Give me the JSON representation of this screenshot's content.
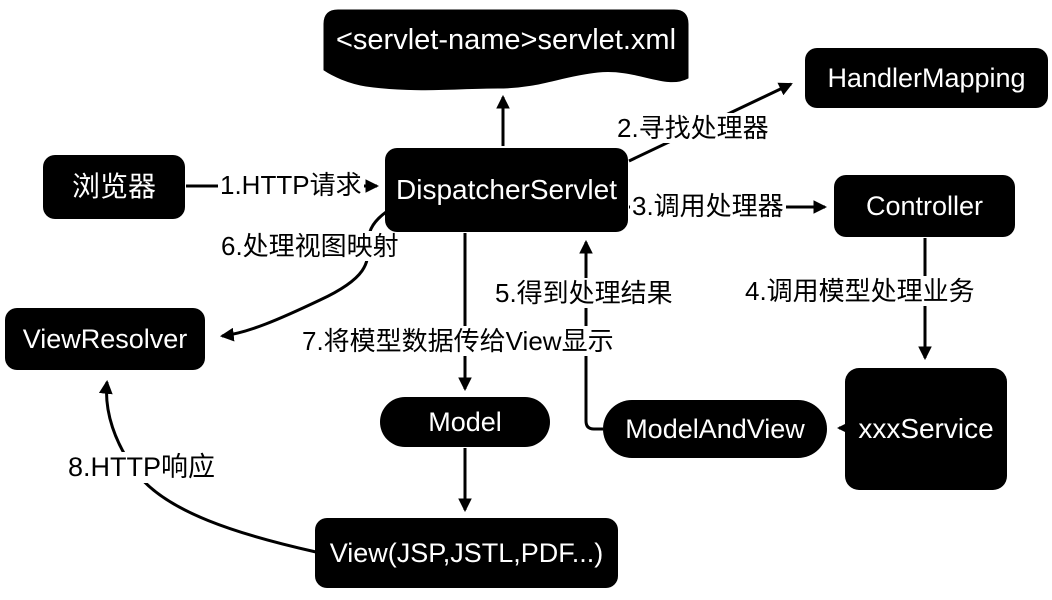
{
  "diagram": {
    "title": "Spring MVC DispatcherServlet request flow",
    "colors": {
      "node_fill": "#000000",
      "node_text": "#ffffff",
      "edge_stroke": "#000000",
      "label_text": "#000000",
      "background": "#ffffff"
    },
    "nodes": {
      "servlet_xml": {
        "label": "<servlet-name>servlet.xml",
        "shape": "document"
      },
      "handler_mapping": {
        "label": "HandlerMapping",
        "shape": "rounded-box"
      },
      "browser": {
        "label": "浏览器",
        "shape": "rounded-box"
      },
      "dispatcher": {
        "label": "DispatcherServlet",
        "shape": "rounded-box"
      },
      "controller": {
        "label": "Controller",
        "shape": "rounded-box"
      },
      "view_resolver": {
        "label": "ViewResolver",
        "shape": "rounded-box"
      },
      "model": {
        "label": "Model",
        "shape": "pill"
      },
      "model_and_view": {
        "label": "ModelAndView",
        "shape": "pill"
      },
      "xxx_service": {
        "label": "xxxService",
        "shape": "rounded-box"
      },
      "view": {
        "label": "View(JSP,JSTL,PDF...)",
        "shape": "rounded-box"
      }
    },
    "edges": {
      "e1": {
        "label": "1.HTTP请求",
        "from": "browser",
        "to": "dispatcher"
      },
      "e2": {
        "label": "2.寻找处理器",
        "from": "dispatcher",
        "to": "handler_mapping"
      },
      "e3": {
        "label": "3.调用处理器",
        "from": "dispatcher",
        "to": "controller"
      },
      "e4": {
        "label": "4.调用模型处理业务",
        "from": "controller",
        "to": "xxx_service"
      },
      "e5": {
        "label": "5.得到处理结果",
        "from": "model_and_view",
        "to": "dispatcher"
      },
      "e6": {
        "label": "6.处理视图映射",
        "from": "dispatcher",
        "to": "view_resolver"
      },
      "e7": {
        "label": "7.将模型数据传给View显示",
        "from": "dispatcher",
        "to": "model"
      },
      "e8": {
        "label": "8.HTTP响应",
        "from": "view",
        "to": "view_resolver"
      },
      "e_config": {
        "label": "",
        "from": "dispatcher",
        "to": "servlet_xml"
      },
      "e_model_to_view": {
        "label": "",
        "from": "model",
        "to": "view"
      },
      "e_service_to_mav": {
        "label": "",
        "from": "xxx_service",
        "to": "model_and_view"
      }
    }
  }
}
